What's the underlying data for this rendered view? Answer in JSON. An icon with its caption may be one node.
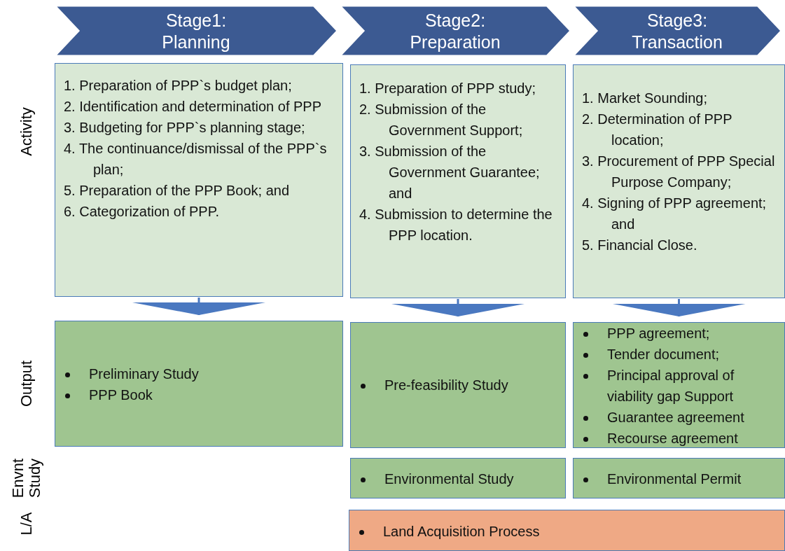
{
  "diagram": {
    "nodes": [
      {
        "text": [
          "Stage1: Planning"
        ]
      },
      {
        "text": [
          "Stage2: Preparation"
        ]
      },
      {
        "text": [
          "Stage3: Transaction"
        ]
      },
      {
        "text": [
          "1. Preparation of PPP`s budget plan;",
          "2. Identification and determination of PPP",
          "3. Budgeting for PPP`s planning stage;",
          "4. The continuance/dismissal of the PPP`s plan;",
          "5. Preparation of the PPP Book; and",
          "6. Categorization of PPP."
        ]
      },
      {
        "text": [
          "1. Preparation of PPP study;",
          "2. Submission of the Government Support;",
          "3. Submission of the Government Guarantee; and",
          "4. Submission to determine the PPP location."
        ]
      },
      {
        "text": [
          "1. Market Sounding;",
          "2. Determination of PPP location;",
          "3. Procurement of PPP Special Purpose Company;",
          "4. Signing of PPP agreement; and",
          "5. Financial Close."
        ]
      },
      {
        "text": [
          "Preliminary Study",
          "PPP Book"
        ]
      },
      {
        "text": [
          "Pre-feasibility Study"
        ]
      },
      {
        "text": [
          "PPP agreement;",
          "Tender document;",
          "Principal approval of viability gap Support",
          "Guarantee agreement",
          "Recourse agreement"
        ]
      },
      {
        "text": [
          "Environmental Study"
        ]
      },
      {
        "text": [
          "Environmental Permit"
        ]
      },
      {
        "text": [
          "Land Acquisition Process"
        ]
      }
    ],
    "edges": [
      {
        "from": 3,
        "to": 6,
        "arrow": "to"
      },
      {
        "from": 4,
        "to": 7,
        "arrow": "to"
      },
      {
        "from": 5,
        "to": 8,
        "arrow": "to"
      }
    ],
    "labels": [
      "Activity",
      "Output",
      "Envnt Study",
      "L/A"
    ]
  }
}
